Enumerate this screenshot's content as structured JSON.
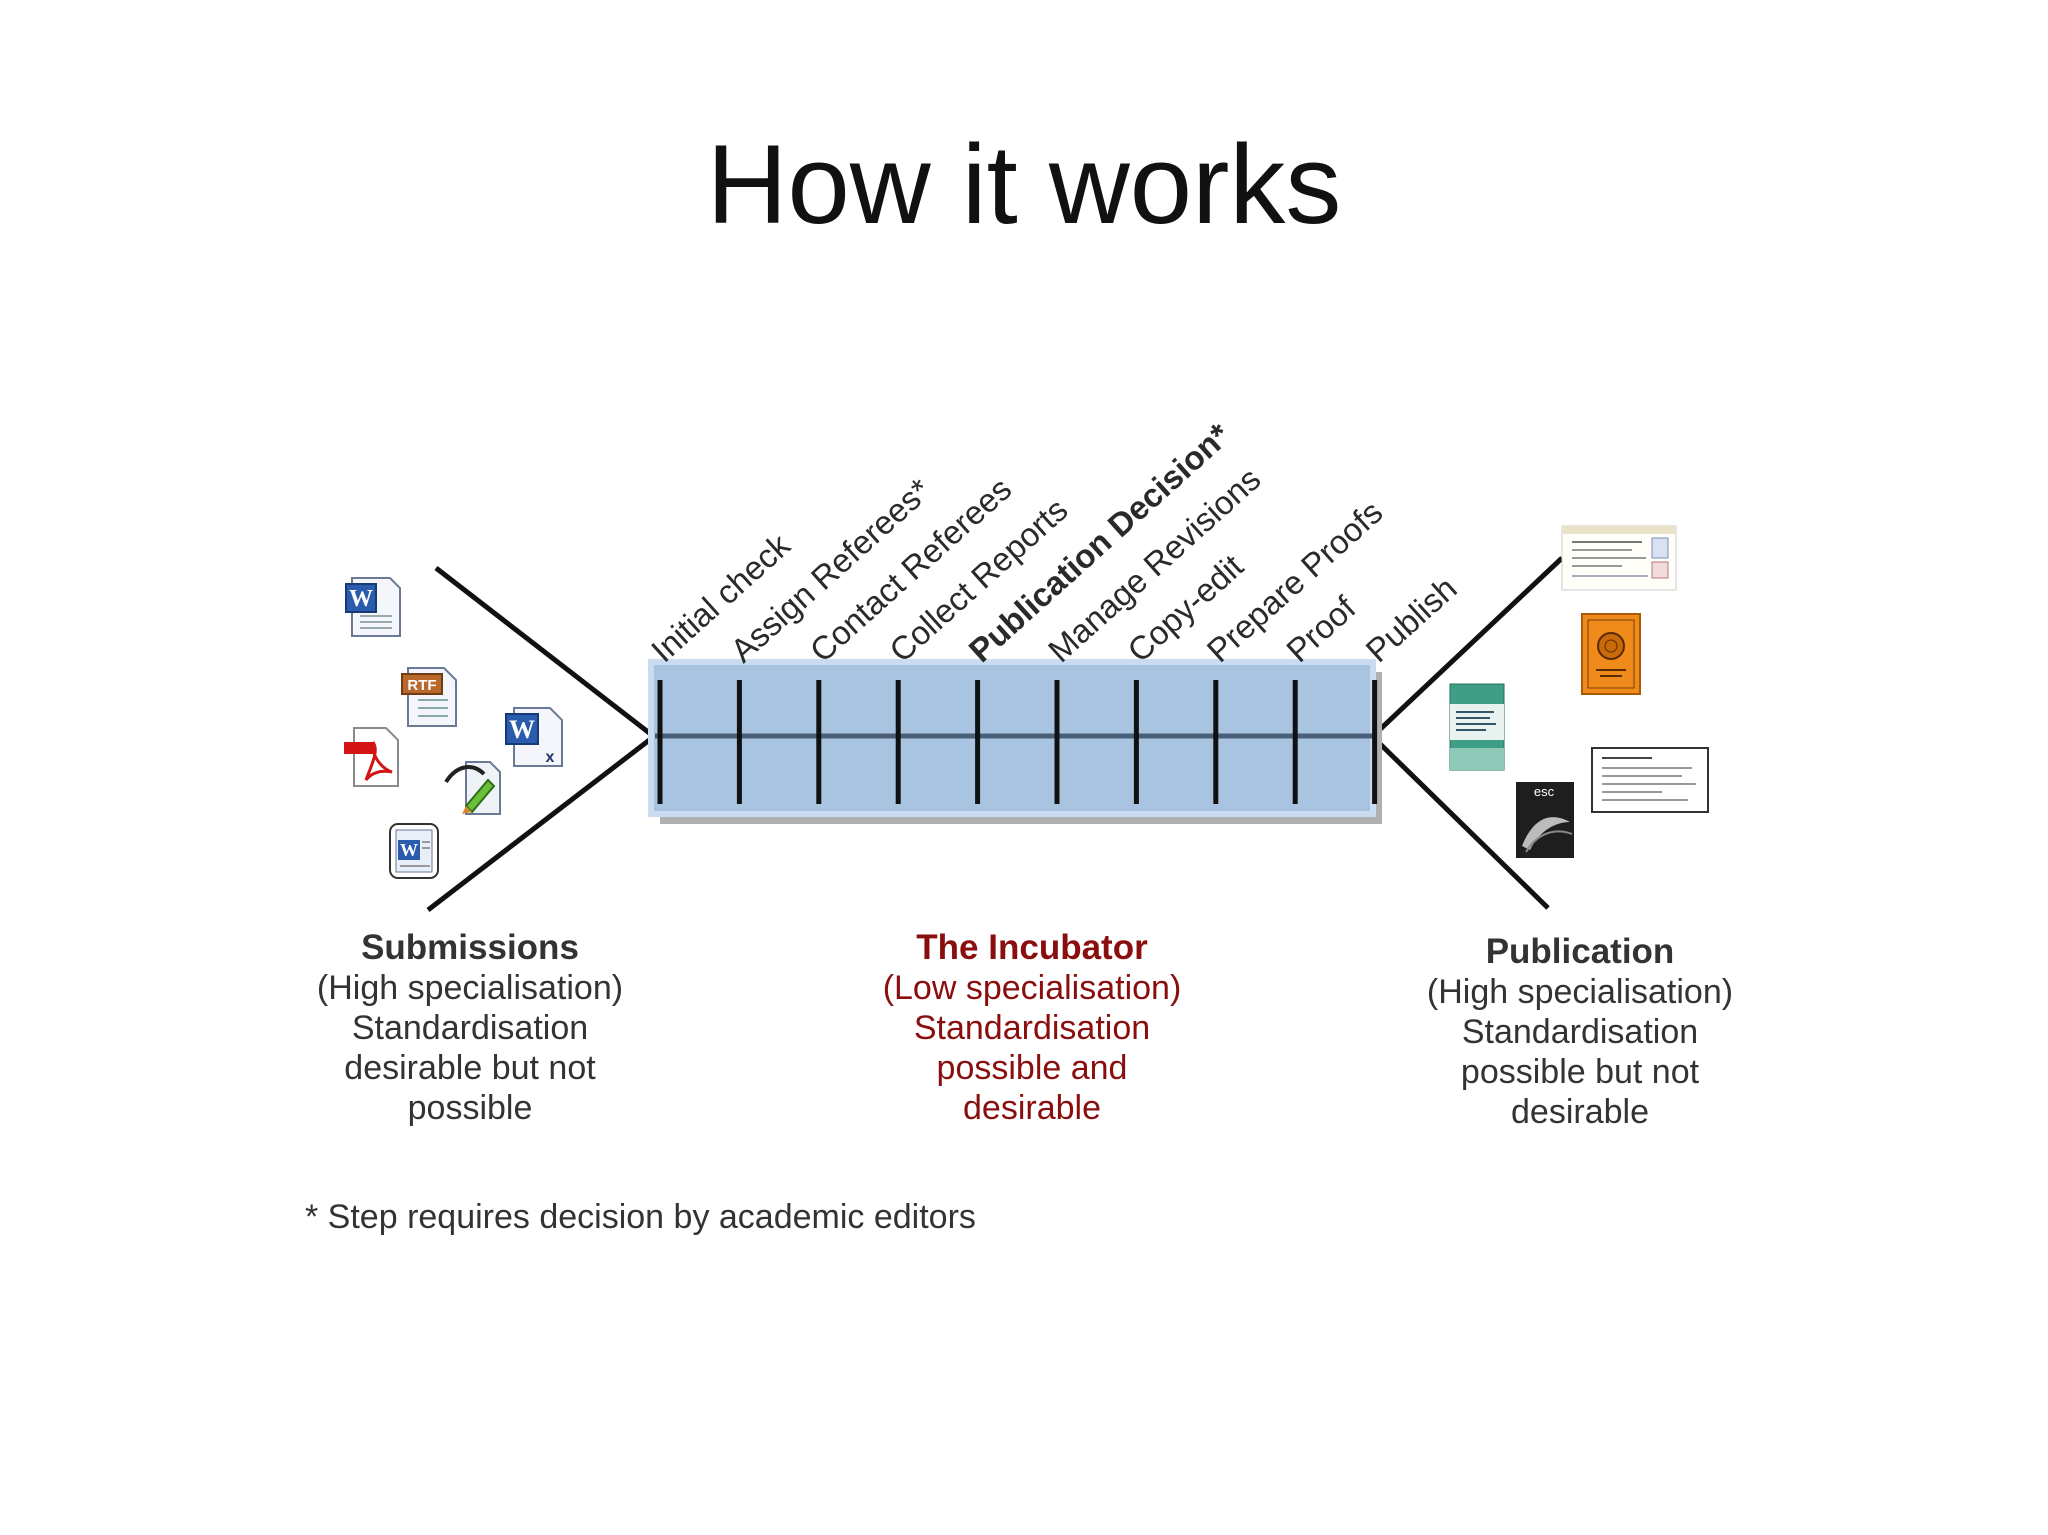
{
  "title": "How it works",
  "steps": [
    {
      "label": "Initial check",
      "bold": false
    },
    {
      "label": "Assign Referees*",
      "bold": false
    },
    {
      "label": "Contact Referees",
      "bold": false
    },
    {
      "label": "Collect Reports",
      "bold": false
    },
    {
      "label": "Publication Decision*",
      "bold": true
    },
    {
      "label": "Manage Revisions",
      "bold": false
    },
    {
      "label": "Copy-edit",
      "bold": false
    },
    {
      "label": "Prepare Proofs",
      "bold": false
    },
    {
      "label": "Proof",
      "bold": false
    },
    {
      "label": "Publish",
      "bold": false
    }
  ],
  "submissions": {
    "heading": "Submissions",
    "line1": "(High specialisation)",
    "line2": "Standardisation",
    "line3": "desirable but not",
    "line4": "possible",
    "icons": [
      "word-doc-icon",
      "rtf-doc-icon",
      "pdf-icon",
      "word-x-doc-icon",
      "latex-editor-icon",
      "word-doc-icon"
    ]
  },
  "incubator": {
    "heading": "The Incubator",
    "line1": "(Low specialisation)",
    "line2": "Standardisation",
    "line3": "possible and",
    "line4": "desirable",
    "color": "#8a0e0e"
  },
  "publication": {
    "heading": "Publication",
    "line1": "(High specialisation)",
    "line2": "Standardisation",
    "line3": "possible but not",
    "line4": "desirable",
    "thumbs": [
      "journal-page-thumb",
      "orange-book-cover-thumb",
      "green-book-cover-thumb",
      "article-page-thumb",
      "esc-journal-cover-thumb"
    ],
    "esc_text": "esc"
  },
  "footnote": "* Step requires decision by academic editors",
  "colors": {
    "bar_fill": "#a9c4e0",
    "bar_border": "#c9dcf0",
    "bar_shadow": "#b0b0b0",
    "accent_red": "#8a0e0e"
  }
}
